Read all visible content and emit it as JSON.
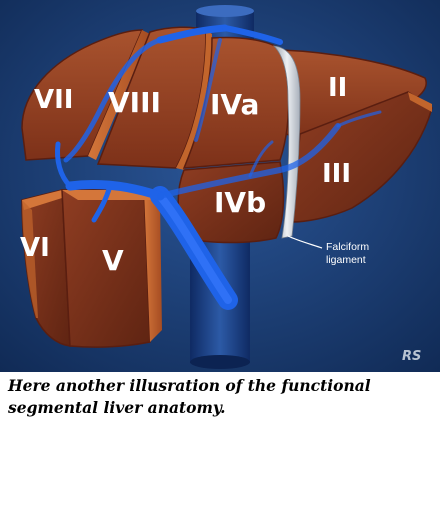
{
  "figure": {
    "segments": [
      {
        "id": "VII",
        "label": "VII"
      },
      {
        "id": "VIII",
        "label": "VIII"
      },
      {
        "id": "IVa",
        "label": "IVa"
      },
      {
        "id": "II",
        "label": "II"
      },
      {
        "id": "III",
        "label": "III"
      },
      {
        "id": "IVb",
        "label": "IVb"
      },
      {
        "id": "VI",
        "label": "VI"
      },
      {
        "id": "V",
        "label": "V"
      }
    ],
    "annotation": {
      "line1": "Falciform",
      "line2": "ligament"
    },
    "credit": "RS",
    "colors": {
      "background": "#1c3f77",
      "liver": "#8e3d24",
      "liver_edge": "#5a1e10",
      "liver_side": "#c2652c",
      "vessel": "#1f63e8",
      "vessel_dark": "#0f3ea8",
      "ivc": "#1a3a7c",
      "ligament": "#cfd3da"
    }
  },
  "caption": "Here another illusration of the functional segmental liver anatomy."
}
